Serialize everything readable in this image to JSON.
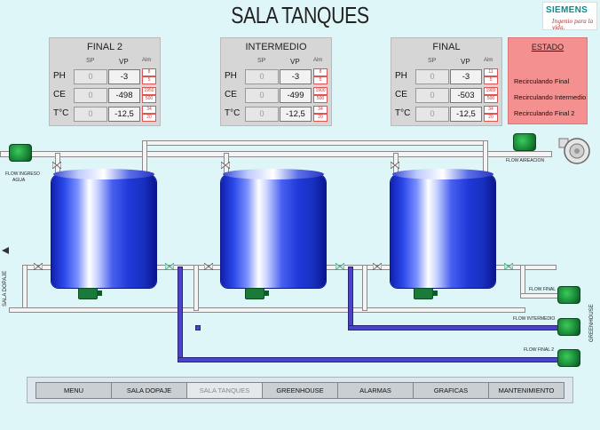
{
  "title": "SALA TANQUES",
  "logo": {
    "brand": "SIEMENS",
    "tagline": "Ingenio para la vida."
  },
  "headers": {
    "sp": "SP",
    "vp": "VP",
    "alm": "Alm"
  },
  "panels": [
    {
      "name": "FINAL 2",
      "rows": [
        {
          "label": "PH",
          "sp": "0",
          "vp": "-3",
          "alm_hi": "8",
          "alm_lo": "5"
        },
        {
          "label": "CE",
          "sp": "0",
          "vp": "-498",
          "alm_hi": "1950",
          "alm_lo": "500"
        },
        {
          "label": "T°C",
          "sp": "0",
          "vp": "-12,5",
          "alm_hi": "34",
          "alm_lo": "20"
        }
      ]
    },
    {
      "name": "INTERMEDIO",
      "rows": [
        {
          "label": "PH",
          "sp": "0",
          "vp": "-3",
          "alm_hi": "8",
          "alm_lo": "5"
        },
        {
          "label": "CE",
          "sp": "0",
          "vp": "-499",
          "alm_hi": "1900",
          "alm_lo": "500"
        },
        {
          "label": "T°C",
          "sp": "0",
          "vp": "-12,5",
          "alm_hi": "34",
          "alm_lo": "20"
        }
      ]
    },
    {
      "name": "FINAL",
      "rows": [
        {
          "label": "PH",
          "sp": "0",
          "vp": "-3",
          "alm_hi": "11",
          "alm_lo": "5"
        },
        {
          "label": "CE",
          "sp": "0",
          "vp": "-503",
          "alm_hi": "1989",
          "alm_lo": "500"
        },
        {
          "label": "T°C",
          "sp": "0",
          "vp": "-12,5",
          "alm_hi": "34",
          "alm_lo": "20"
        }
      ]
    }
  ],
  "estado": {
    "title": "ESTADO",
    "items": [
      "Recirculando Final",
      "Recirculando Intermedio",
      "Recirculando Final 2"
    ]
  },
  "flow_labels": {
    "ingreso": [
      "FLOW INGRESO",
      "AGUA"
    ],
    "aireacion": "FLOW AIREACION",
    "final": "FLOW FINAL",
    "intermedio": "FLOW INTERMEDIO",
    "final2": "FLOW FINAL 2"
  },
  "side_labels": {
    "left": "SALA DOPAJE",
    "right": "GREENHOUSE"
  },
  "menu": [
    "MENU",
    "SALA DOPAJE",
    "SALA TANQUES",
    "GREENHOUSE",
    "ALARMAS",
    "GRAFICAS",
    "MANTENIMIENTO"
  ],
  "menu_active_index": 2,
  "colors": {
    "panel_bg": "#d6d6d6",
    "estado_bg": "#f49090",
    "tank_blue": "#2a48e8",
    "pump_green": "#1a7a3a",
    "page_bg": "#dff6f8"
  }
}
